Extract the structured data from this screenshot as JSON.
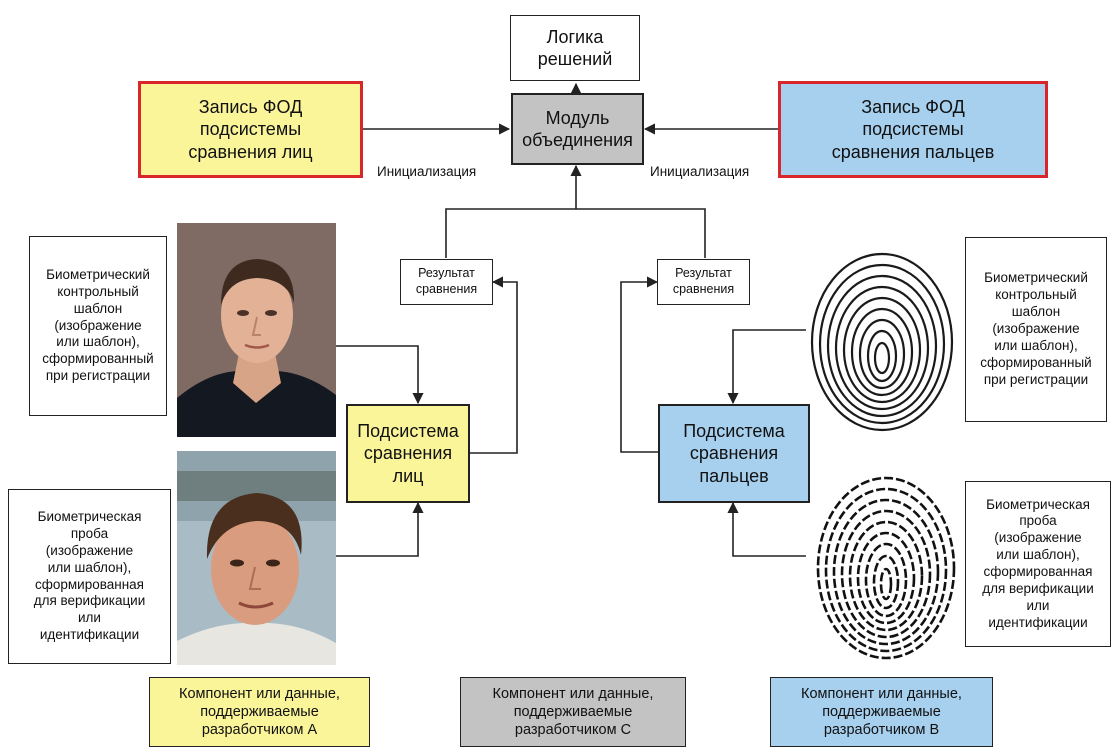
{
  "colors": {
    "yellow": "#fbf59a",
    "gray": "#c3c3c3",
    "blue": "#a7d0ef",
    "red_border": "#d9262b",
    "line": "#222222"
  },
  "decision_logic": "Логика\nрешений",
  "fusion_module": "Модуль\nобъединения",
  "face_fod_record": "Запись ФОД\nподсистемы\nсравнения лиц",
  "finger_fod_record": "Запись ФОД\nподсистемы\nсравнения пальцев",
  "init_left": "Инициализация",
  "init_right": "Инициализация",
  "result_left": "Результат\nсравнения",
  "result_right": "Результат\nсравнения",
  "face_subsystem": "Подсистема\nсравнения\nлиц",
  "finger_subsystem": "Подсистема\nсравнения\nпальцев",
  "reference_left": "Биометрический\nконтрольный\nшаблон\n(изображение\nили шаблон),\nсформированный\nпри регистрации",
  "reference_right": "Биометрический\nконтрольный\nшаблон\n(изображение\nили шаблон),\nсформированный\nпри регистрации",
  "probe_left": "Биометрическая\nпроба\n(изображение\nили шаблон),\nсформированная\nдля верификации\nили\nидентификации",
  "probe_right": "Биометрическая\nпроба\n(изображение\nили шаблон),\nсформированная\nдля верификации\nили\nидентификации",
  "legend": [
    {
      "text": "Компонент или данные,\nподдерживаемые\nразработчиком А",
      "color": "yellow"
    },
    {
      "text": "Компонент или данные,\nподдерживаемые\nразработчиком С",
      "color": "gray"
    },
    {
      "text": "Компонент или данные,\nподдерживаемые\nразработчиком В",
      "color": "blue"
    }
  ]
}
